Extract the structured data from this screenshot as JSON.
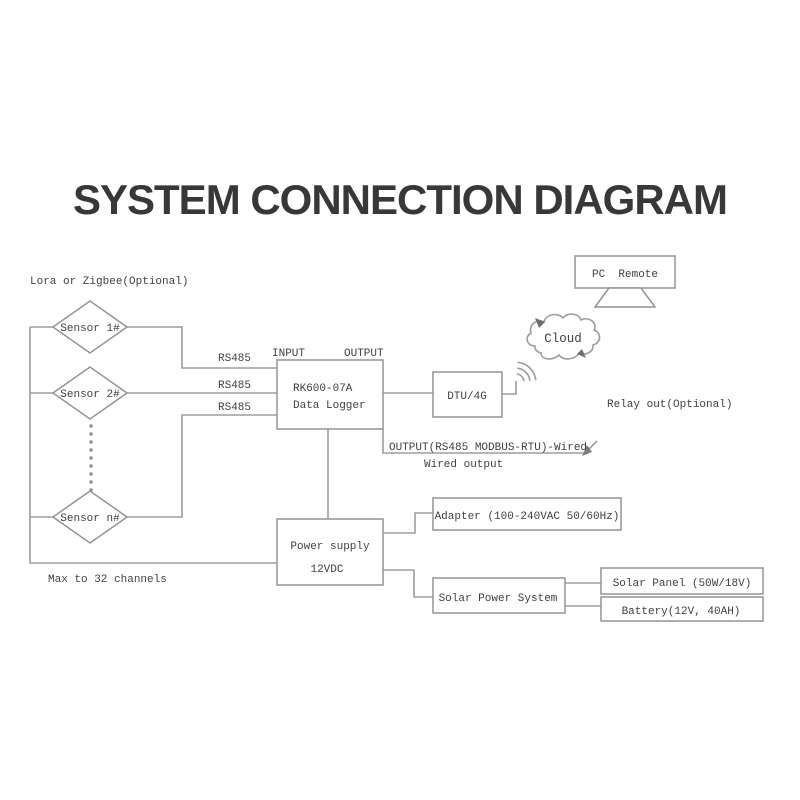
{
  "title": "SYSTEM CONNECTION DIAGRAM",
  "colors": {
    "background": "#ffffff",
    "line": "#9d9d9d",
    "box_border": "#949494",
    "text": "#414141",
    "title_text": "#383838"
  },
  "labels": {
    "lora": "Lora or Zigbee(Optional)",
    "max_channels": "Max to 32 channels",
    "input": "INPUT",
    "output": "OUTPUT",
    "rs485_1": "RS485",
    "rs485_2": "RS485",
    "rs485_3": "RS485",
    "relay_out": "Relay out(Optional)",
    "wired_line": "OUTPUT(RS485 MODBUS-RTU)-Wired",
    "wired_output": "Wired output"
  },
  "nodes": {
    "sensor1": {
      "label": "Sensor 1#"
    },
    "sensor2": {
      "label": "Sensor 2#"
    },
    "sensorn": {
      "label": "Sensor n#"
    },
    "data_logger": {
      "line1": "RK600-07A",
      "line2": "Data Logger"
    },
    "dtu": {
      "label": "DTU/4G"
    },
    "pc_remote": {
      "label": "PC  Remote"
    },
    "cloud": {
      "label": "Cloud"
    },
    "power_supply": {
      "line1": "Power supply",
      "line2": "12VDC"
    },
    "adapter": {
      "label": "Adapter (100-240VAC 50/60Hz)"
    },
    "solar_system": {
      "label": "Solar Power System"
    },
    "solar_panel": {
      "label": "Solar Panel (50W/18V)"
    },
    "battery": {
      "label": "Battery(12V, 40AH)"
    }
  },
  "icons": {
    "wifi": "wifi-signal-icon",
    "monitor": "pc-monitor-icon",
    "cloud": "cloud-icon"
  }
}
